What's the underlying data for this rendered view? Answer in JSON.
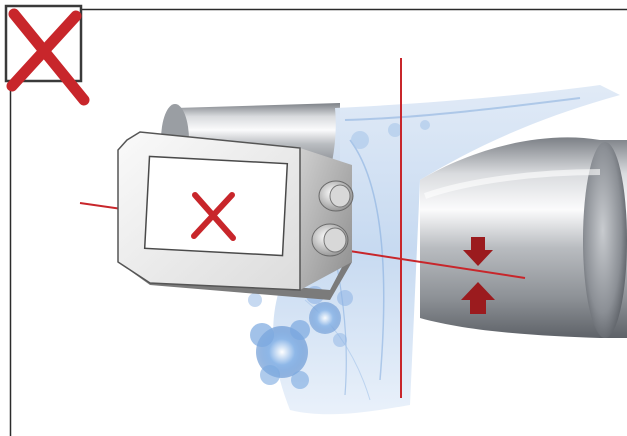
{
  "figure": {
    "kind": "sensor-mounting-illustration",
    "marks": [
      "incorrect-mark",
      "incorrect-mark"
    ],
    "arrows": [
      "arrow-down",
      "arrow-up"
    ]
  },
  "colors": {
    "frame": "#2b2b2b",
    "accent_red": "#c8262b",
    "dark_red": "#9b1b1e",
    "roller_light": "#f2f3f5",
    "roller_mid": "#a9adb2",
    "roller_dark": "#6b7076",
    "sensor_body": "#e9e9e9",
    "web_blue": "#6f9fd8"
  }
}
